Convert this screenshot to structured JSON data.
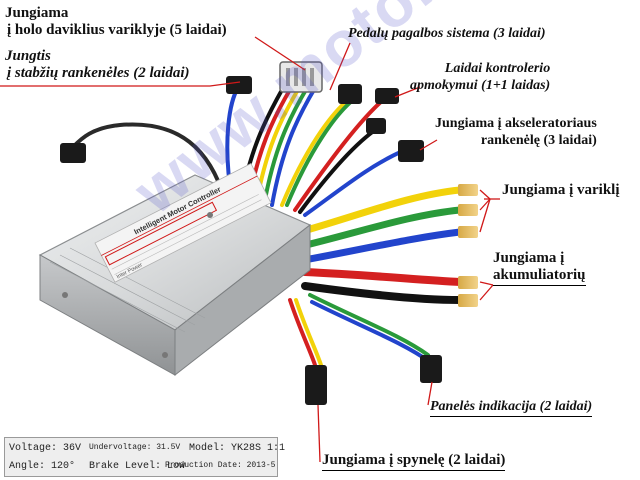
{
  "labels": {
    "hall": {
      "line1": "Jungiama",
      "line2": "į holo daviklius variklyje (5 laidai)"
    },
    "brake": {
      "line1": "Jungtis",
      "line2": "į stabžių rankenėles (2 laidai)"
    },
    "pedal": "Pedalų pagalbos sistema (3 laidai)",
    "self_learning": {
      "line1": "Laidai kontrolerio",
      "line2": "apmokymui (1+1 laidas)"
    },
    "throttle": {
      "line1": "Jungiama į akseleratoriaus",
      "line2": "rankenėlę (3 laidai)"
    },
    "motor": "Jungiama į variklį",
    "battery": {
      "line1": "Jungiama į",
      "line2": "akumuliatorių"
    },
    "panel": "Panelės indikacija (2 laidai)",
    "key_switch": "Jungiama į spynelę (2 laidai)"
  },
  "controller": {
    "name": "Intelligent Motor Controller",
    "brand": "Inter Power"
  },
  "watermark": "www.motolandas.lt",
  "spec_box": {
    "voltage": "Voltage: 36V",
    "undervoltage": "Undervoltage: 31.5V",
    "model": "Model: YK28S 1:1",
    "angle": "Angle: 120°",
    "brake_level": "Brake Level: Low",
    "production_date": "Production Date: 2013-5"
  },
  "colors": {
    "background": "#ffffff",
    "pointer_lines": "#d01818",
    "controller_body": "#d9dbdc",
    "wire_yellow": "#f2d20a",
    "wire_blue": "#2244cc",
    "wire_green": "#2a9a3a",
    "wire_red": "#d42020",
    "wire_black": "#111111",
    "watermark": "#5050c8"
  }
}
